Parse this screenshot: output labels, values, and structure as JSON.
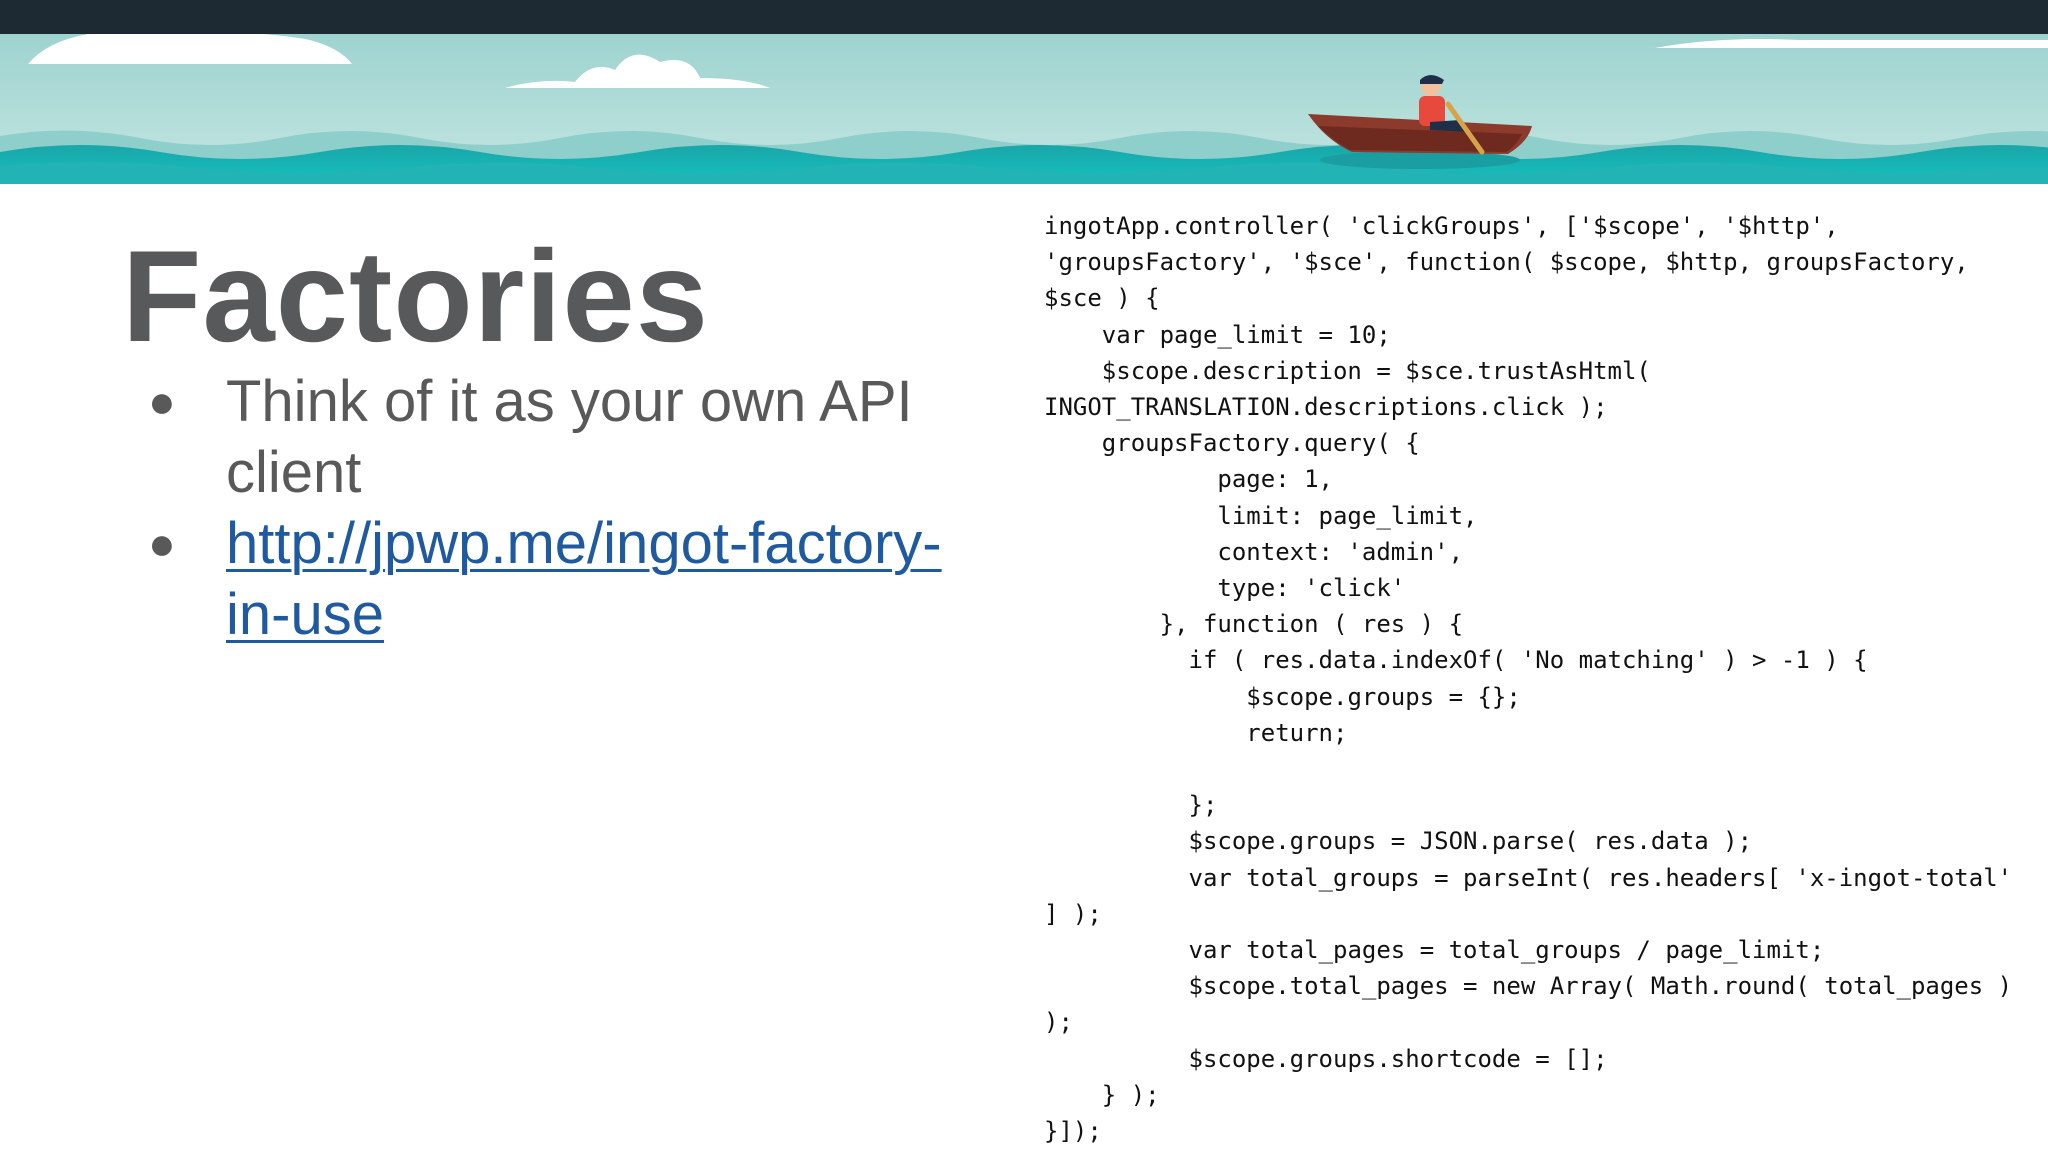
{
  "slide": {
    "title": "Factories",
    "bullets": [
      {
        "text": "Think of it as your own API client",
        "is_link": false
      },
      {
        "text": "http://jpwp.me/ingot-factory-in-use",
        "is_link": true
      }
    ],
    "bullet_symbol": "●",
    "code": "ingotApp.controller( 'clickGroups', ['$scope', '$http',\n'groupsFactory', '$sce', function( $scope, $http, groupsFactory,\n$sce ) {\n    var page_limit = 10;\n    $scope.description = $sce.trustAsHtml(\nINGOT_TRANSLATION.descriptions.click );\n    groupsFactory.query( {\n            page: 1,\n            limit: page_limit,\n            context: 'admin',\n            type: 'click'\n        }, function ( res ) {\n          if ( res.data.indexOf( 'No matching' ) > -1 ) {\n              $scope.groups = {};\n              return;\n\n          };\n          $scope.groups = JSON.parse( res.data );\n          var total_groups = parseInt( res.headers[ 'x-ingot-total'\n] );\n          var total_pages = total_groups / page_limit;\n          $scope.total_pages = new Array( Math.round( total_pages )\n);\n          $scope.groups.shortcode = [];\n    } );\n}]);"
  },
  "colors": {
    "top_bar": "#1d2a33",
    "sky": "#a7d8d5",
    "sea": "#2bb6b8",
    "title": "#58595b",
    "body_text": "#595959",
    "link": "#1f5aa0"
  },
  "icons": {
    "banner": "rowboat-illustration"
  }
}
